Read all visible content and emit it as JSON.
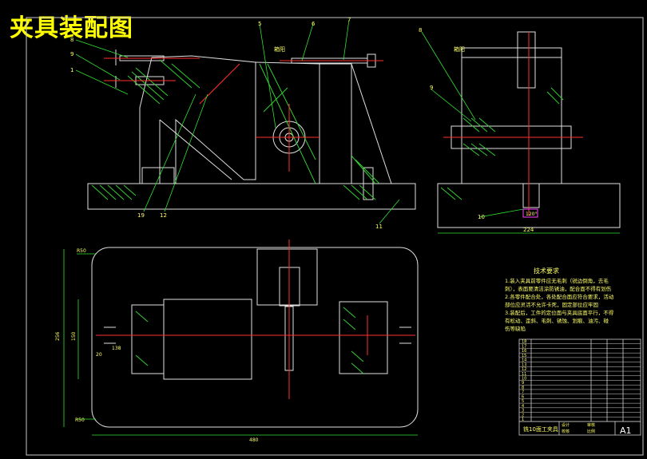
{
  "title": "夹具装配图",
  "callouts": {
    "c8": "8",
    "c9": "9",
    "c1": "1",
    "c5": "5",
    "c6": "6",
    "c7": "7",
    "c19": "19",
    "c12": "12",
    "c11": "11",
    "r8": "8",
    "r9": "9",
    "r10": "10"
  },
  "tags": {
    "t1": "箱阳",
    "t2": "箱阳"
  },
  "dims": {
    "side_width": "224",
    "r_top": "R50",
    "r_bot": "R50",
    "left_outer": "256",
    "left_inner": "150",
    "left_small": "20",
    "tiny": "138",
    "bottom_width": "480",
    "right_small": "120°"
  },
  "tech": {
    "heading": "技术要求",
    "lines": [
      "1.装入夹具前零件应无毛刺（锐边倒角，去毛",
      "刺），表面要清洁涂防锈油，配合面不得有划伤",
      "2.各零件配合处，各处配合面应符合要求，活动",
      "部位应灵活不允许卡死，固定部位应牢固",
      "3.装配后，工件的定位面与夹具底面平行，不得",
      "有松动、歪斜、毛刺、锈蚀、划痕、油污、碰",
      "伤等缺陷"
    ]
  },
  "titleblock": {
    "name": "铣10面工夹具",
    "sheet": "A1",
    "left_codes": [
      "18",
      "17",
      "16",
      "15",
      "14",
      "13",
      "12",
      "11",
      "10",
      "9",
      "8",
      "7",
      "6",
      "5",
      "4",
      "3",
      "2",
      "1"
    ],
    "foot_a": "设计",
    "foot_b": "校核",
    "foot_c": "审核",
    "foot_d": "比例"
  }
}
